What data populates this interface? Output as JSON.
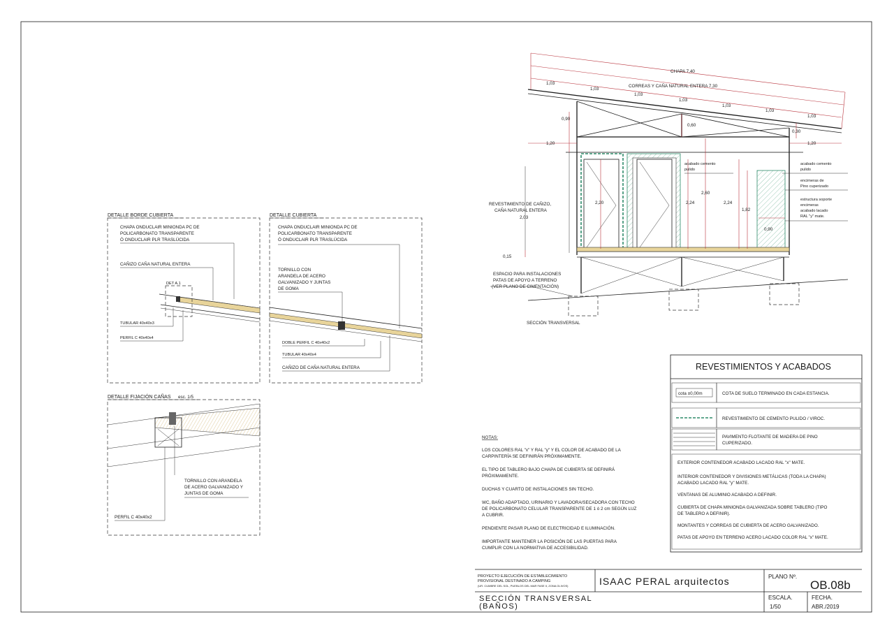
{
  "details": {
    "borde": {
      "title": "DETALLE BORDE CUBIERTA",
      "chapa": [
        "CHAPA ONDUCLAIR MINIONDA PC DE",
        "POLICARBONATO TRANSPARENTE",
        "Ó ONDUCLAIR PLR TRASLÚCIDA"
      ],
      "canizo": "CAÑIZO CAÑA NATURAL ENTERA",
      "det": "DET A.1",
      "tubular": "TUBULAR 40x40x3",
      "perfil": "PERFIL C 40x40x4"
    },
    "cubierta": {
      "title": "DETALLE CUBIERTA",
      "chapa": [
        "CHAPA ONDUCLAIR MINIONDA PC DE",
        "POLICARBONATO TRANSPARENTE",
        "Ó ONDUCLAIR PLR TRASLÚCIDA"
      ],
      "tornillo": [
        "TORNILLO CON",
        "ARANDELA DE ACERO",
        "GALVANIZADO Y JUNTAS",
        "DE GOMA"
      ],
      "doble": "DOBLE PERFIL C 40x40x2",
      "tubular": "TUBULAR 40x40x4",
      "canizo": "CAÑIZO DE CAÑA NATURAL ENTERA"
    },
    "fijacion": {
      "title": "DETALLE FIJACIÓN CAÑAS",
      "scale": "esc. 1/5",
      "tornillo": [
        "TORNILLO CON ARANDELA",
        "DE ACERO GALVANIZADO Y",
        "JUNTAS DE GOMA"
      ],
      "perfil": "PERFIL C 40x40x2"
    }
  },
  "section": {
    "caption": "SECCIÓN TRANSVERSAL",
    "dims": {
      "chapa": "CHAPA 7,40",
      "correas": "CORREAS Y CAÑA NATURAL ENTERA 7,30",
      "module": "1,03",
      "eave_left": "1,20",
      "eave_right": "1,20",
      "h090": "0,90",
      "h060": "0,60",
      "h030": "0,30",
      "h220": "2,20",
      "h224a": "2,24",
      "h260": "2,60",
      "h224b": "2,24",
      "h182": "1,82",
      "w090": "0,90",
      "h015": "0,15"
    },
    "revest": [
      "REVESTIMIENTO DE CAÑIZO,",
      "CAÑA NATURAL ENTERA",
      "2,03"
    ],
    "espacio": [
      "ESPACIO PARA INSTALACIONES",
      "PATAS DE APOYO A TERRENO",
      "(VER PLANO DE CIMENTACIÓN)"
    ],
    "acabado1": [
      "acabado cemento",
      "pulido"
    ],
    "acabado2": [
      "acabado cemento",
      "pulido"
    ],
    "encimeras": [
      "encimeras de",
      "Pino cuperizado"
    ],
    "estructura": [
      "estructura soporte",
      "encimeras",
      "acabado lacado",
      "RAL \"y\" mate."
    ]
  },
  "notes": {
    "title": "NOTAS:",
    "items": [
      [
        "LOS COLORES RAL \"x\"  Y RAL \"y\" Y EL COLOR DE ACABADO DE LA",
        "CARPINTERÍA SE DEFINIRÁN PRÓXIMAMENTE."
      ],
      [
        "EL TIPO DE TABLERO BAJO CHAPA DE CUBIERTA SE DEFINIRÁ",
        "PRÓXIMAMENTE."
      ],
      [
        "DUCHAS Y CUARTO DE INSTALACIONES SIN TECHO."
      ],
      [
        "WC, BAÑO ADAPTADO, URINARIO Y LAVADORA/SECADORA CON TECHO",
        "DE POLICARBONATO CELULAR TRANSPARENTE DE 1 ó 2 cm SEGÚN LUZ",
        "A CUBRIR."
      ],
      [
        "PENDIENTE PASAR PLANO DE ELECTRICIDAD E ILUMINACIÓN."
      ],
      [
        "IMPORTANTE MANTENER LA POSICIÓN DE LAS PUERTAS PARA",
        "CUMPLIR CON LA NORMATIVA DE ACCESIBILIDAD."
      ]
    ]
  },
  "legend": {
    "title": "REVESTIMIENTOS Y ACABADOS",
    "cota_symbol": "cota ±0,00m",
    "cota_text": "COTA DE SUELO TERMINADO  EN CADA ESTANCIA.",
    "cemento_text": "REVESTIMIENTO DE CEMENTO PULIDO / VIROC.",
    "pavimento_text": [
      "PAVIMENTO FLOTANTE DE MADERA DE PINO",
      "CUPERIZADO."
    ],
    "items": [
      [
        "EXTERIOR CONTENEDOR ACABADO LACADO RAL \"x\" MATE."
      ],
      [
        "INTERIOR CONTENEDOR Y DIVISIONES METÁLICAS (TODA LA CHAPA)",
        "ACABADO LACADO RAL \"y\" MATE."
      ],
      [
        "VENTANAS DE ALUMINIO ACABADO A DEFINIR."
      ],
      [
        "CUBIERTA DE CHAPA MINIONDA GALVANIZADA SOBRE TABLERO (TIPO",
        "DE TABLERO A DEFINIR)."
      ],
      [
        "MONTANTES  Y CORREAS DE CUBIERTA DE ACERO GALVANIZADO."
      ],
      [
        "PATAS DE APOYO EN TERRENO ACERO LACADO COLOR RAL \"x\" MATE."
      ]
    ],
    "colors": {
      "cemento": "#2e8b6a",
      "pavimento": "#c8a97e"
    }
  },
  "titleblock": {
    "project": [
      "PROYECTO EJECUCIÓN DE ESTABLECIMIENTO",
      "PROVISIONAL DESTINADO A CAMPING",
      "(UR. CUMBRE DEL SOL, PUEBLOS DEL MAR FASE II, ZONA OLIVOS)"
    ],
    "firm": "ISAAC PERAL arquitectos",
    "plano_label": "PLANO Nº.",
    "plano": "OB.08b",
    "sheet_title": [
      "SECCIÓN TRANSVERSAL",
      "(BAÑOS)"
    ],
    "escala_label": "ESCALA.",
    "escala": "1/50",
    "fecha_label": "FECHA.",
    "fecha": "ABR./2019"
  }
}
